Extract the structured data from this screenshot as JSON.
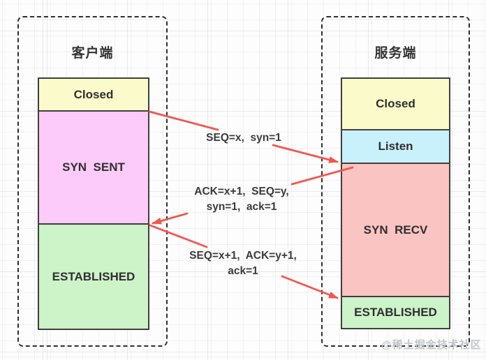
{
  "diagram": {
    "title_semantic": "TCP three-way handshake state diagram",
    "client": {
      "title": "客户端",
      "states": [
        {
          "label": "Closed",
          "fill": "#fbfacb"
        },
        {
          "label": "SYN  SENT",
          "fill": "#fccbfa"
        },
        {
          "label": "ESTABLISHED",
          "fill": "#cdf3c9"
        }
      ]
    },
    "server": {
      "title": "服务端",
      "states": [
        {
          "label": "Closed",
          "fill": "#fbfacb"
        },
        {
          "label": "Listen",
          "fill": "#c9f1fb"
        },
        {
          "label": "SYN  RECV",
          "fill": "#fac4c2"
        },
        {
          "label": "ESTABLISHED",
          "fill": "#cdf3c9"
        }
      ]
    },
    "messages": [
      {
        "label": "SEQ=x,  syn=1",
        "direction": "client-to-server"
      },
      {
        "label": "ACK=x+1,  SEQ=y,\nsyn=1,  ack=1",
        "direction": "server-to-client"
      },
      {
        "label": "SEQ=x+1,  ACK=y+1,\nack=1",
        "direction": "client-to-server"
      }
    ],
    "watermark": "@稀土掘金技术社区",
    "colors": {
      "arrow": "#f4564f",
      "box_border": "#3f3f3f",
      "panel_border": "#2e2e2e",
      "text": "#2f2f2f",
      "grid": "#ececec",
      "watermark": "#c3c6ca"
    }
  }
}
